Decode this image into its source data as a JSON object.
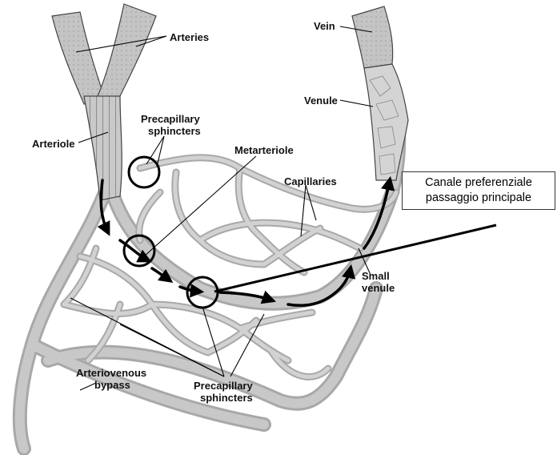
{
  "labels": {
    "arteries": "Arteries",
    "vein": "Vein",
    "venule": "Venule",
    "precap_top_line1": "Precapillary",
    "precap_top_line2": "sphincters",
    "arteriole": "Arteriole",
    "metarteriole": "Metarteriole",
    "capillaries": "Capillaries",
    "small_venule_line1": "Small",
    "small_venule_line2": "venule",
    "av_bypass_line1": "Arteriovenous",
    "av_bypass_line2": "bypass",
    "precap_bottom_line1": "Precapillary",
    "precap_bottom_line2": "sphincters"
  },
  "callout": {
    "line1": "Canale preferenziale",
    "line2": "passaggio principale"
  },
  "colors": {
    "vessel_fill": "#bdbdbd",
    "vessel_stroke": "#444444",
    "arrow": "#000000"
  }
}
